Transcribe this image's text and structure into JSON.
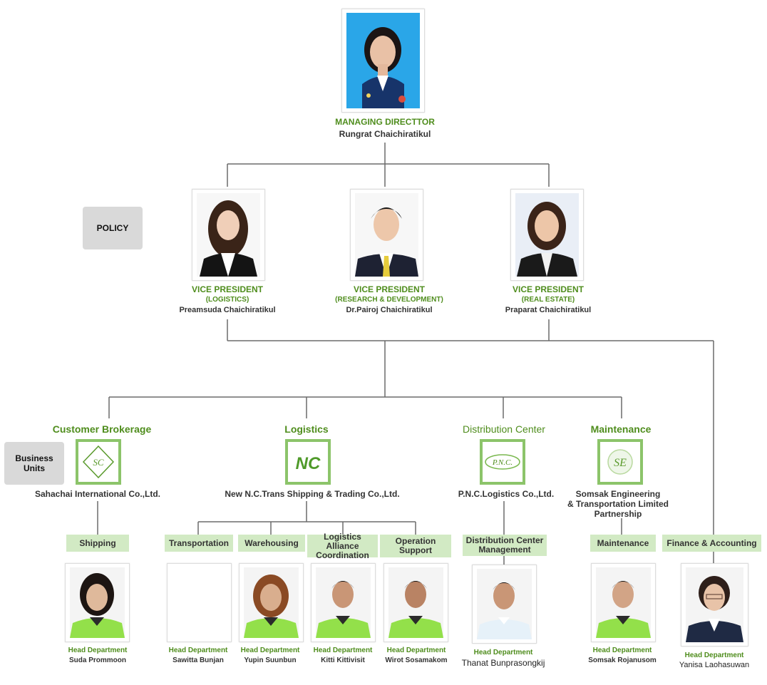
{
  "policy_label": "POLICY",
  "business_units_label": "Business Units",
  "colors": {
    "accent_green": "#4f8d1d",
    "dept_bg": "#d2eac4",
    "logo_border": "#8cc46a",
    "connector": "#6b6b6b"
  },
  "md": {
    "title": "MANAGING DIRECTTOR",
    "name": "Rungrat Chaichiratikul"
  },
  "vps": [
    {
      "title": "VICE PRESIDENT",
      "sub": "(LOGISTICS)",
      "name": "Preamsuda Chaichiratikul"
    },
    {
      "title": "VICE PRESIDENT",
      "sub": "(RESEARCH & DEVELOPMENT)",
      "name": "Dr.Pairoj Chaichiratikul"
    },
    {
      "title": "VICE PRESIDENT",
      "sub": "(REAL ESTATE)",
      "name": "Praparat Chaichiratikul"
    }
  ],
  "units": [
    {
      "name": "Customer Brokerage",
      "logo_text": "SC",
      "company": "Sahachai International Co.,Ltd."
    },
    {
      "name": "Logistics",
      "logo_text": "NC",
      "company": "New N.C.Trans Shipping & Trading Co.,Ltd."
    },
    {
      "name": "Distribution Center",
      "logo_text": "P.N.C.",
      "company": "P.N.C.Logistics Co.,Ltd."
    },
    {
      "name": "Maintenance",
      "logo_text": "SE",
      "company_lines": [
        "Somsak Engineering",
        "& Transportation Limited",
        "Partnership"
      ]
    }
  ],
  "departments": [
    {
      "label": "Shipping",
      "head_label": "Head Department",
      "head": "Suda Prommoon"
    },
    {
      "label": "Transportation",
      "head_label": "Head Department",
      "head": "Sawitta Bunjan"
    },
    {
      "label": "Warehousing",
      "head_label": "Head Department",
      "head": "Yupin Suunbun"
    },
    {
      "label": "Logistics Alliance Coordination",
      "head_label": "Head Department",
      "head": "Kitti Kittivisit"
    },
    {
      "label": "Operation Support",
      "head_label": "Head Department",
      "head": "Wirot Sosamakom"
    },
    {
      "label": "Distribution Center Management",
      "head_label": "Head Department",
      "head": "Thanat  Bunprasongkij"
    },
    {
      "label": "Maintenance",
      "head_label": "Head Department",
      "head": "Somsak Rojanusom"
    },
    {
      "label": "Finance & Accounting",
      "head_label": "Head Department",
      "head": "Yanisa Laohasuwan"
    }
  ]
}
